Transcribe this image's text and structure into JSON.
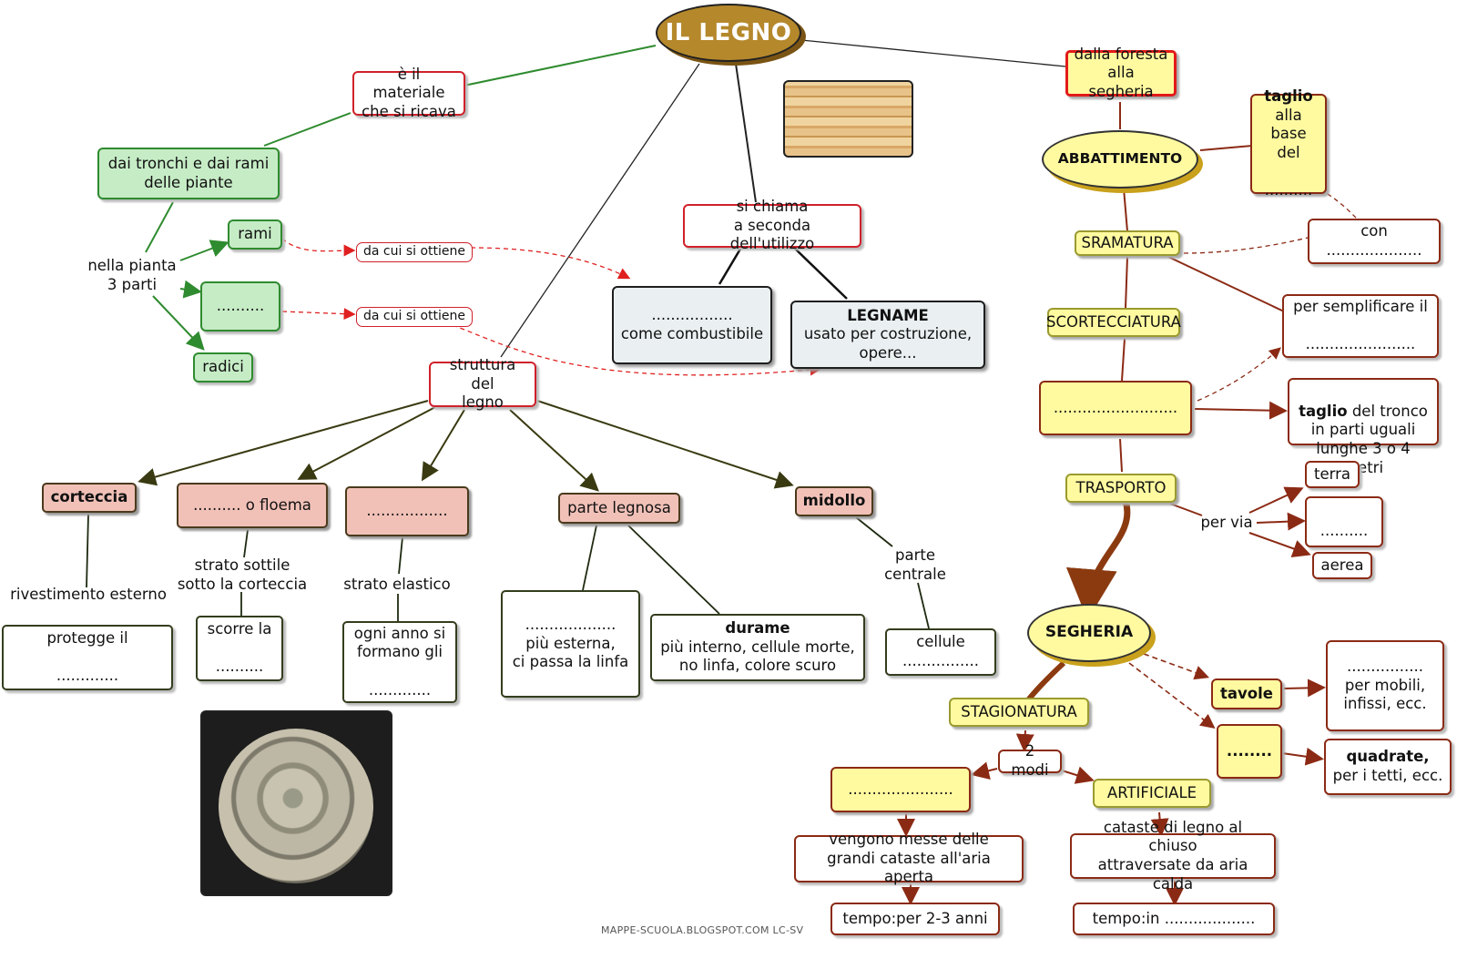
{
  "title": "IL LEGNO",
  "left": {
    "materiale": "è il materiale\nche si ricava",
    "tronchi": "dai tronchi e dai rami\ndelle piante",
    "nella_pianta": "nella pianta\n3 parti",
    "rami": "rami",
    "blank_parte": "..........",
    "radici": "radici",
    "da_cui_1": "da cui si ottiene",
    "da_cui_2": "da cui si ottiene"
  },
  "center": {
    "si_chiama": "si chiama\na seconda dell'utilizzo",
    "combustibile": ".................\ncome combustibile",
    "legname_title": "LEGNAME",
    "legname_desc": "usato per costruzione,\nopere...",
    "struttura": "struttura del\nlegno"
  },
  "structure": {
    "corteccia": "corteccia",
    "floema": ".......... o floema",
    "blank_strato": ".................",
    "parte_legnosa": "parte legnosa",
    "midollo": "midollo",
    "rivestimento": "rivestimento esterno",
    "protegge": "protegge il\n\n.............",
    "strato_sottile": "strato sottile\nsotto la corteccia",
    "scorre": "scorre la\n\n..........",
    "strato_elastico": "strato elastico",
    "ogni_anno": "ogni anno si\nformano gli\n\n.............",
    "alburno": "...................\npiù esterna,\nci passa la linfa",
    "durame_title": "durame",
    "durame_desc": "più interno, cellule morte,\nno linfa, colore scuro",
    "parte_centrale": "parte\ncentrale",
    "cellule": "cellule\n................"
  },
  "right": {
    "foresta": "dalla foresta\nalla segheria",
    "abbattimento": "ABBATTIMENTO",
    "taglio_title": "taglio",
    "taglio_desc": "alla base\ndel\n\n..........",
    "sramatura": "SRAMATURA",
    "con": "con\n....................",
    "scortecciatura": "SCORTECCIATURA",
    "semplificare": "per semplificare il\n\n.......................",
    "blank_fase": "..........................",
    "taglio_tronco_title": "taglio",
    "taglio_tronco_desc": " del tronco\nin parti uguali\nlunghe 3 o 4 metri",
    "trasporto": "TRASPORTO",
    "per_via": "per via",
    "terra": "terra",
    "blank_via": "\n..........",
    "aerea": "aerea",
    "segheria": "SEGHERIA",
    "tavole": "tavole",
    "tavole_desc": "................\nper mobili,\ninfissi, ecc.",
    "blank_prod": "........",
    "quadrate_title": "quadrate,",
    "quadrate_desc": "per i tetti, ecc.",
    "stagionatura": "STAGIONATURA",
    "due_modi": "2 modi",
    "blank_modo": "......................",
    "artificiale": "ARTIFICIALE",
    "aria_aperta": "vengono messe delle\ngrandi cataste all'aria aperta",
    "aria_calda": "cataste di legno al chiuso\nattraversate da aria calda",
    "tempo_1": "tempo:per 2-3 anni",
    "tempo_2": "tempo:in ..................."
  },
  "footer": "MAPPE-SCUOLA.BLOGSPOT.COM   LC-SV",
  "colors": {
    "title_fill": "#b5882b",
    "red_border": "#d0212a",
    "green_fill": "#c6ecc6",
    "pink_fill": "#f1c1b8",
    "yellow_fill": "#fffaa0",
    "brown_line": "#8b2a14"
  }
}
